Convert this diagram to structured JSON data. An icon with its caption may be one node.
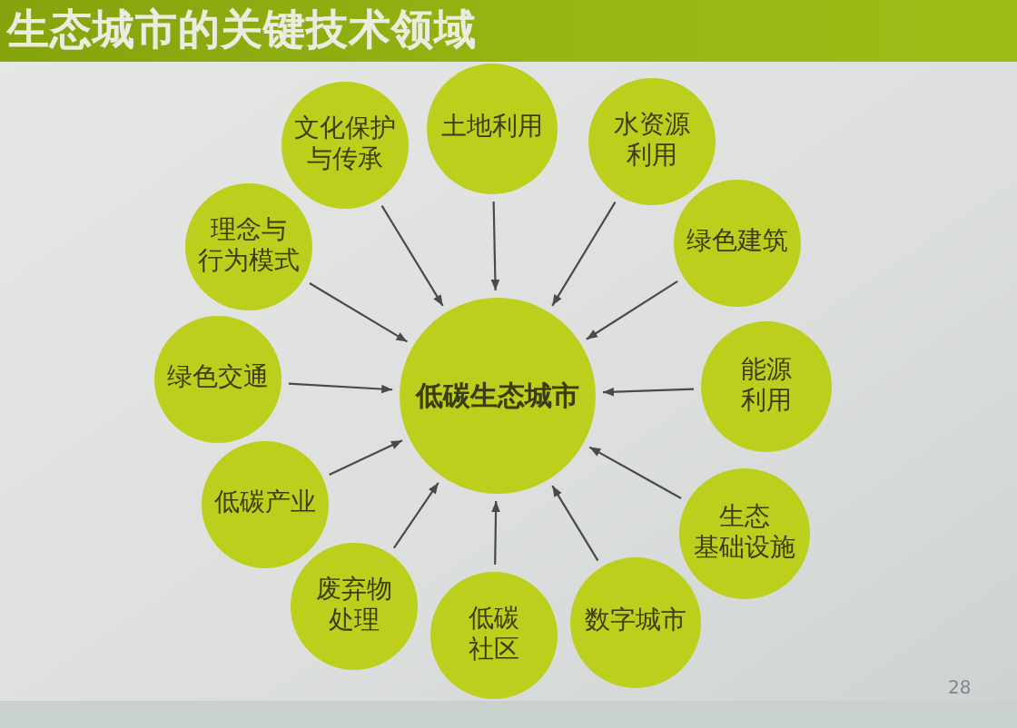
{
  "diagram": {
    "title": "生态城市的关键技术领域",
    "nodes": [
      {
        "text": [
          "低碳生态城市"
        ]
      },
      {
        "text": [
          "文化保护与传承"
        ]
      },
      {
        "text": [
          "土地利用"
        ]
      },
      {
        "text": [
          "水资源利用"
        ]
      },
      {
        "text": [
          "绿色建筑"
        ]
      },
      {
        "text": [
          "能源利用"
        ]
      },
      {
        "text": [
          "生态基础设施"
        ]
      },
      {
        "text": [
          "数字城市"
        ]
      },
      {
        "text": [
          "低碳社区"
        ]
      },
      {
        "text": [
          "废弃物处理"
        ]
      },
      {
        "text": [
          "低碳产业"
        ]
      },
      {
        "text": [
          "绿色交通"
        ]
      },
      {
        "text": [
          "理念与行为模式"
        ]
      }
    ],
    "edges": [
      {
        "from": 1,
        "to": 0,
        "arrow": "to"
      },
      {
        "from": 2,
        "to": 0,
        "arrow": "to"
      },
      {
        "from": 3,
        "to": 0,
        "arrow": "to"
      },
      {
        "from": 4,
        "to": 0,
        "arrow": "to"
      },
      {
        "from": 5,
        "to": 0,
        "arrow": "to"
      },
      {
        "from": 6,
        "to": 0,
        "arrow": "to"
      },
      {
        "from": 7,
        "to": 0,
        "arrow": "to"
      },
      {
        "from": 8,
        "to": 0,
        "arrow": "to"
      },
      {
        "from": 9,
        "to": 0,
        "arrow": "to"
      },
      {
        "from": 10,
        "to": 0,
        "arrow": "to"
      },
      {
        "from": 11,
        "to": 0,
        "arrow": "to"
      },
      {
        "from": 12,
        "to": 0,
        "arrow": "to"
      }
    ],
    "labels": [
      "28"
    ]
  }
}
